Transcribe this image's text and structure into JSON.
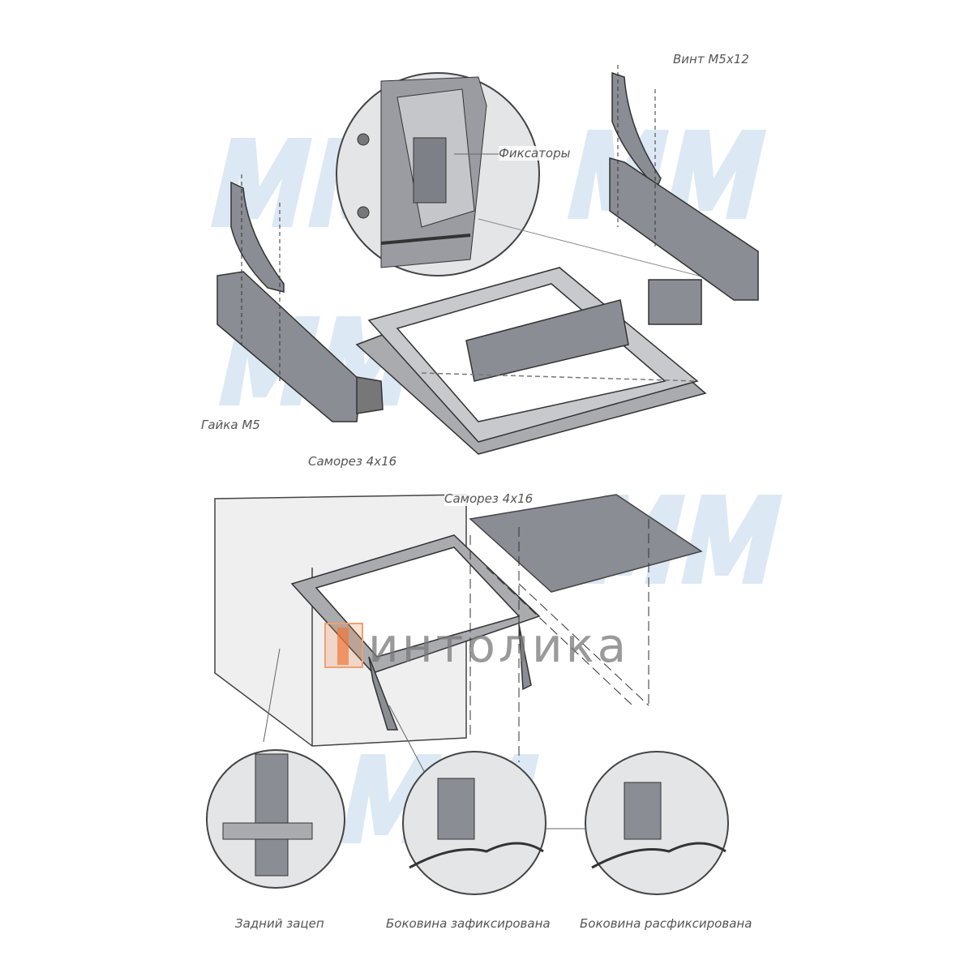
{
  "labels": {
    "screw_m5x12": "Винт M5x12",
    "latches": "Фиксаторы",
    "nut_m5": "Гайка M5",
    "self_tapping_top": "Саморез 4x16",
    "self_tapping_bottom": "Саморез 4x16",
    "rear_hook": "Задний зацеп",
    "side_locked": "Боковина зафиксирована",
    "side_unlocked": "Боковина расфиксирована"
  },
  "logo": {
    "text": "интолика",
    "accent": "#f08c50"
  },
  "colors": {
    "part_fill": "#8a8d93",
    "part_dark": "#55585e",
    "line": "#333333",
    "watermark": "#dbe8f3"
  }
}
